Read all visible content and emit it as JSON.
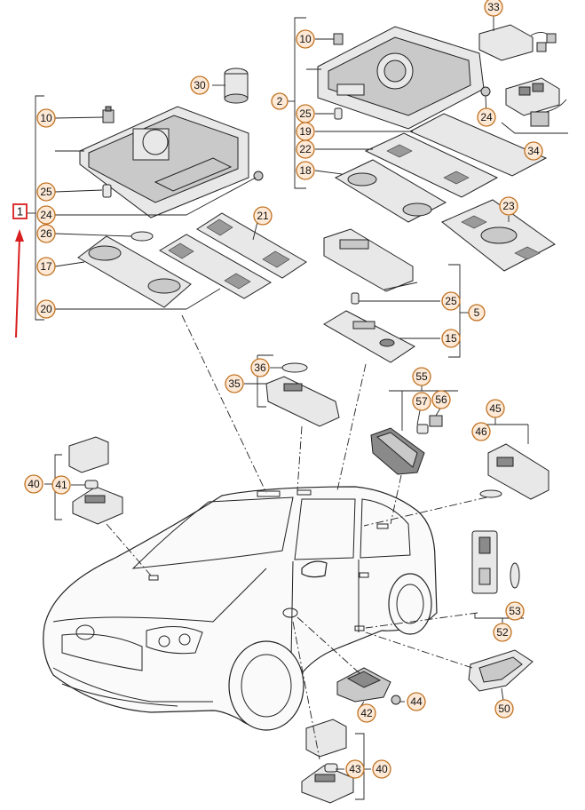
{
  "highlight": {
    "label": "1",
    "color": "#d81e1e"
  },
  "labels": {
    "l2": "2",
    "l5": "5",
    "l10a": "10",
    "l10b": "10",
    "l15": "15",
    "l17": "17",
    "l18": "18",
    "l19": "19",
    "l20": "20",
    "l21": "21",
    "l22": "22",
    "l23": "23",
    "l24a": "24",
    "l24b": "24",
    "l25a": "25",
    "l25b": "25",
    "l25c": "25",
    "l26": "26",
    "l30": "30",
    "l33": "33",
    "l34": "34",
    "l35": "35",
    "l36": "36",
    "l40a": "40",
    "l40b": "40",
    "l41": "41",
    "l42": "42",
    "l43": "43",
    "l44": "44",
    "l45": "45",
    "l46": "46",
    "l50": "50",
    "l52": "52",
    "l53": "53",
    "l55": "55",
    "l56": "56",
    "l57": "57"
  },
  "colors": {
    "label_fill": "#fde9d6",
    "label_stroke": "#c0701f"
  }
}
